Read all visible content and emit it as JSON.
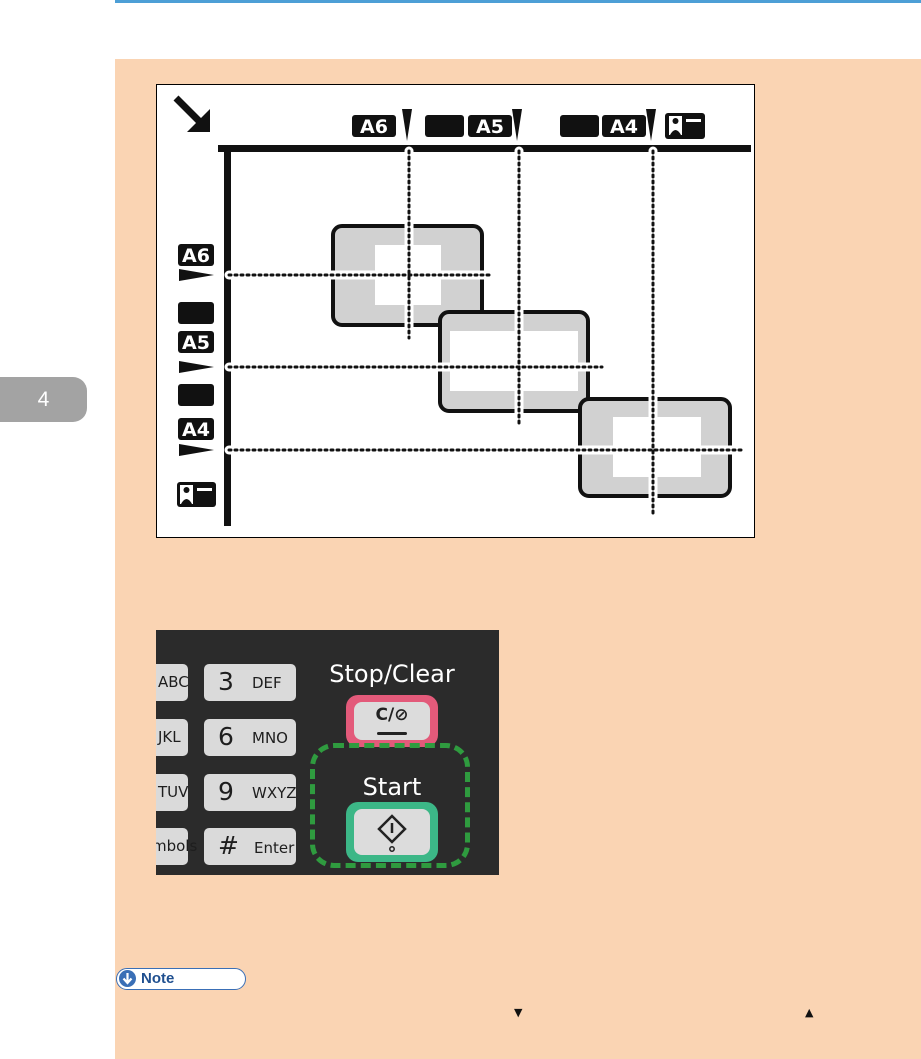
{
  "chapter": {
    "number": "4"
  },
  "figure": {
    "paper_labels": [
      "A6",
      "A5",
      "A4"
    ]
  },
  "keypad": {
    "keys": [
      {
        "num": "3",
        "sub": "DEF"
      },
      {
        "num": "6",
        "sub": "MNO"
      },
      {
        "num": "9",
        "sub": "WXYZ"
      },
      {
        "num": "#",
        "sub": "Enter"
      }
    ],
    "partial_keys": [
      "ABC",
      "JKL",
      "TUV",
      "mbols"
    ],
    "stop_label": "Stop/Clear",
    "stop_symbol": "C/⊘",
    "start_label": "Start"
  },
  "note": {
    "label": "Note",
    "arrow_down": "▼",
    "arrow_up": "▲"
  }
}
